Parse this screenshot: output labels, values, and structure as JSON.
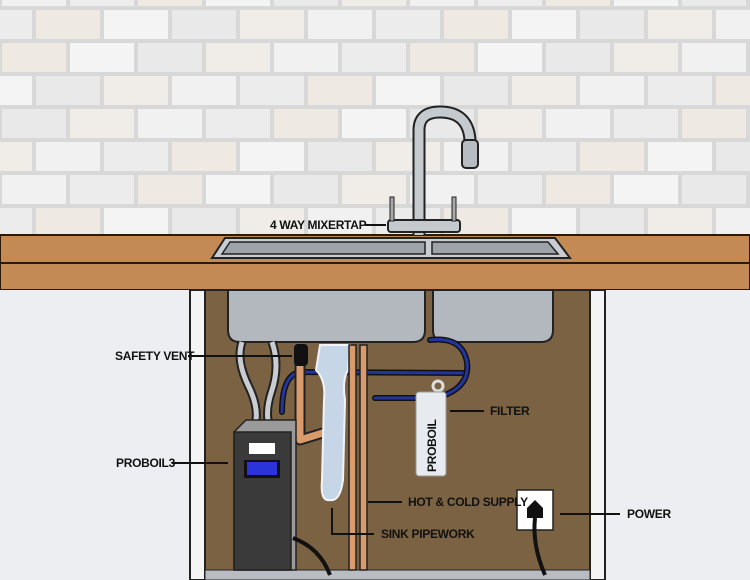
{
  "labels": {
    "mixertap": "4 WAY MIXERTAP",
    "safety_vent": "SAFETY VENT",
    "proboil3": "PROBOIL3",
    "filter": "FILTER",
    "supply": "HOT & COLD SUPPLY",
    "power": "POWER",
    "pipework": "SINK PIPEWORK"
  },
  "filter_brand": "PROBOIL",
  "colors": {
    "counter": "#c48a55",
    "cabinet_interior": "#7a6242",
    "copper": "#d99a6c",
    "hose_blue": "#23349c",
    "boiler": "#3a3a3a",
    "display_blue": "#2b34d8"
  }
}
